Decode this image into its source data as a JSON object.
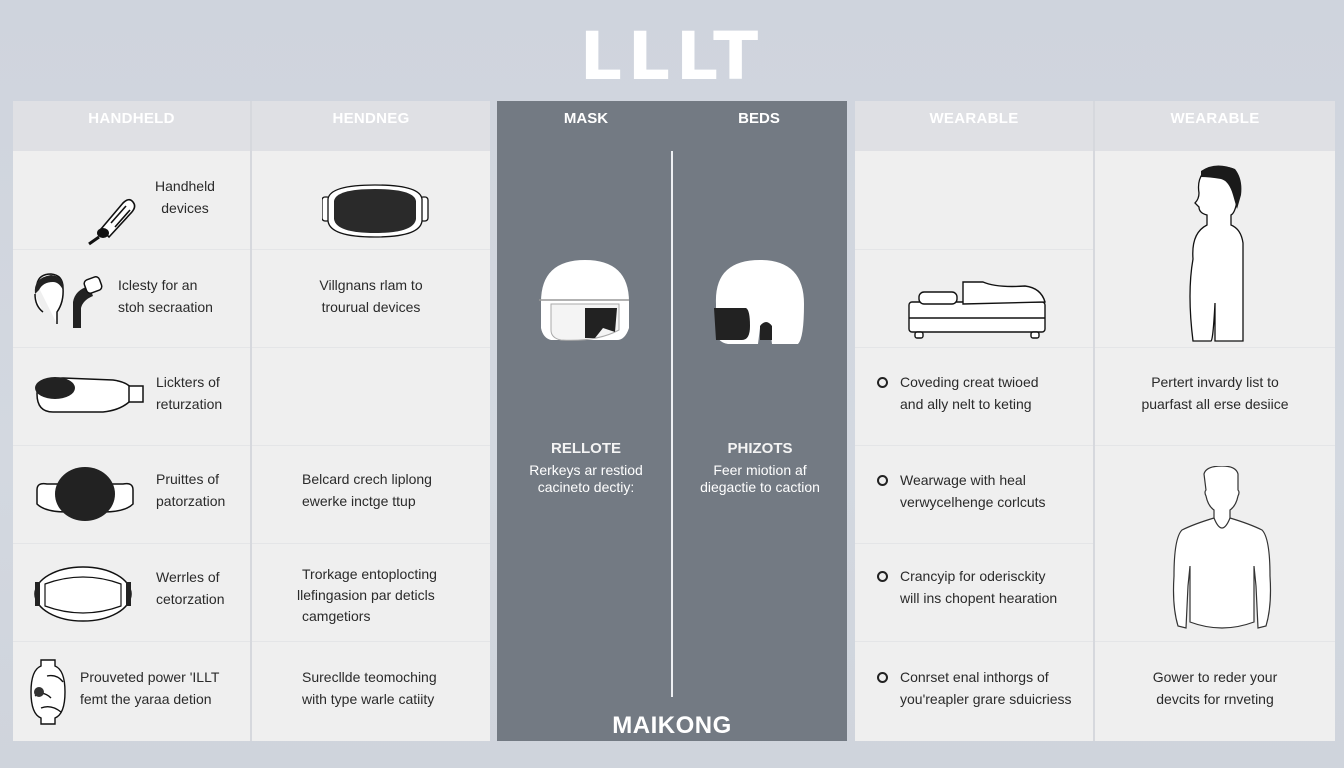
{
  "title": "LLLT",
  "left_panel": {
    "columns": [
      {
        "header": "HANDHELD",
        "rows": [
          {
            "icon": "handheld-device-icon",
            "text_line1": "Handheld",
            "text_line2": "devices"
          },
          {
            "icon": "head-with-device-icon",
            "text_line1": "Iclesty for an",
            "text_line2": "stoh secraation"
          },
          {
            "icon": "headband-icon",
            "text_line1": "Lickters of",
            "text_line2": "returzation"
          },
          {
            "icon": "eye-mask-icon",
            "text_line1": "Pruittes of",
            "text_line2": "patorzation"
          },
          {
            "icon": "face-shield-icon",
            "text_line1": "Werrles of",
            "text_line2": "cetorzation"
          },
          {
            "icon": "hands-device-icon",
            "text_line1": "Prouveted power 'ILLT",
            "text_line2": "femt the yaraa detion"
          }
        ]
      },
      {
        "header": "HENDNEG",
        "rows": [
          {
            "icon": "goggle-mask-icon",
            "text_line1": "",
            "text_line2": ""
          },
          {
            "text_line1": "Villgnans rlam to",
            "text_line2": "trourual devices"
          },
          {
            "text_line1": "",
            "text_line2": ""
          },
          {
            "text_line1": "Belcard crech liplong",
            "text_line2": "ewerke inctge ttup"
          },
          {
            "text_line1": "Trorkage entoplocting",
            "text_line2": "llefingasion par deticls",
            "text_line3": "camgetiors"
          },
          {
            "text_line1": "Surecllde teomoching",
            "text_line2": "with type warle catiity"
          }
        ]
      }
    ]
  },
  "dark_panel": {
    "columns": [
      {
        "header": "MASK",
        "icon": "helmet-visor-icon",
        "sub_title": "RELLOTE",
        "sub_line1": "Rerkeys ar restiod",
        "sub_line2": "cacineto dectiy:"
      },
      {
        "header": "BEDS",
        "icon": "helmet-icon",
        "sub_title": "PHIZOTS",
        "sub_line1": "Feer miotion af",
        "sub_line2": "diegactie to caction"
      }
    ],
    "footer": "MAIKONG"
  },
  "right_panel": {
    "columns": [
      {
        "header": "WEARABLE",
        "rows": [
          {
            "text_line1": "",
            "text_line2": ""
          },
          {
            "icon": "bed-icon"
          },
          {
            "bullet": true,
            "text_line1": "Coveding creat twioed",
            "text_line2": "and ally nelt to keting"
          },
          {
            "bullet": true,
            "text_line1": "Wearwage with heal",
            "text_line2": "verwycelhenge corlcuts"
          },
          {
            "bullet": true,
            "text_line1": "Crancyip for oderisckity",
            "text_line2": "will ins chopent hearation"
          },
          {
            "bullet": true,
            "text_line1": "Conrset enal inthorgs of",
            "text_line2": "you'reapler grare sduicriess"
          }
        ]
      },
      {
        "header": "WEARABLE",
        "rows": [
          {
            "icon": "person-profile-icon"
          },
          {
            "text_line1": "Pertert invardy list to",
            "text_line2": "puarfast all erse desiice"
          },
          {
            "icon": "person-torso-icon"
          },
          {
            "text_line1": "Gower to reder your",
            "text_line2": "devcits for rnveting"
          }
        ]
      }
    ]
  },
  "colors": {
    "background": "#cfd4dd",
    "panel_light": "#efefef",
    "header_light": "#dfe0e4",
    "panel_dark": "#737a83",
    "text_white": "#ffffff",
    "text_dark": "#2a2a2a"
  }
}
